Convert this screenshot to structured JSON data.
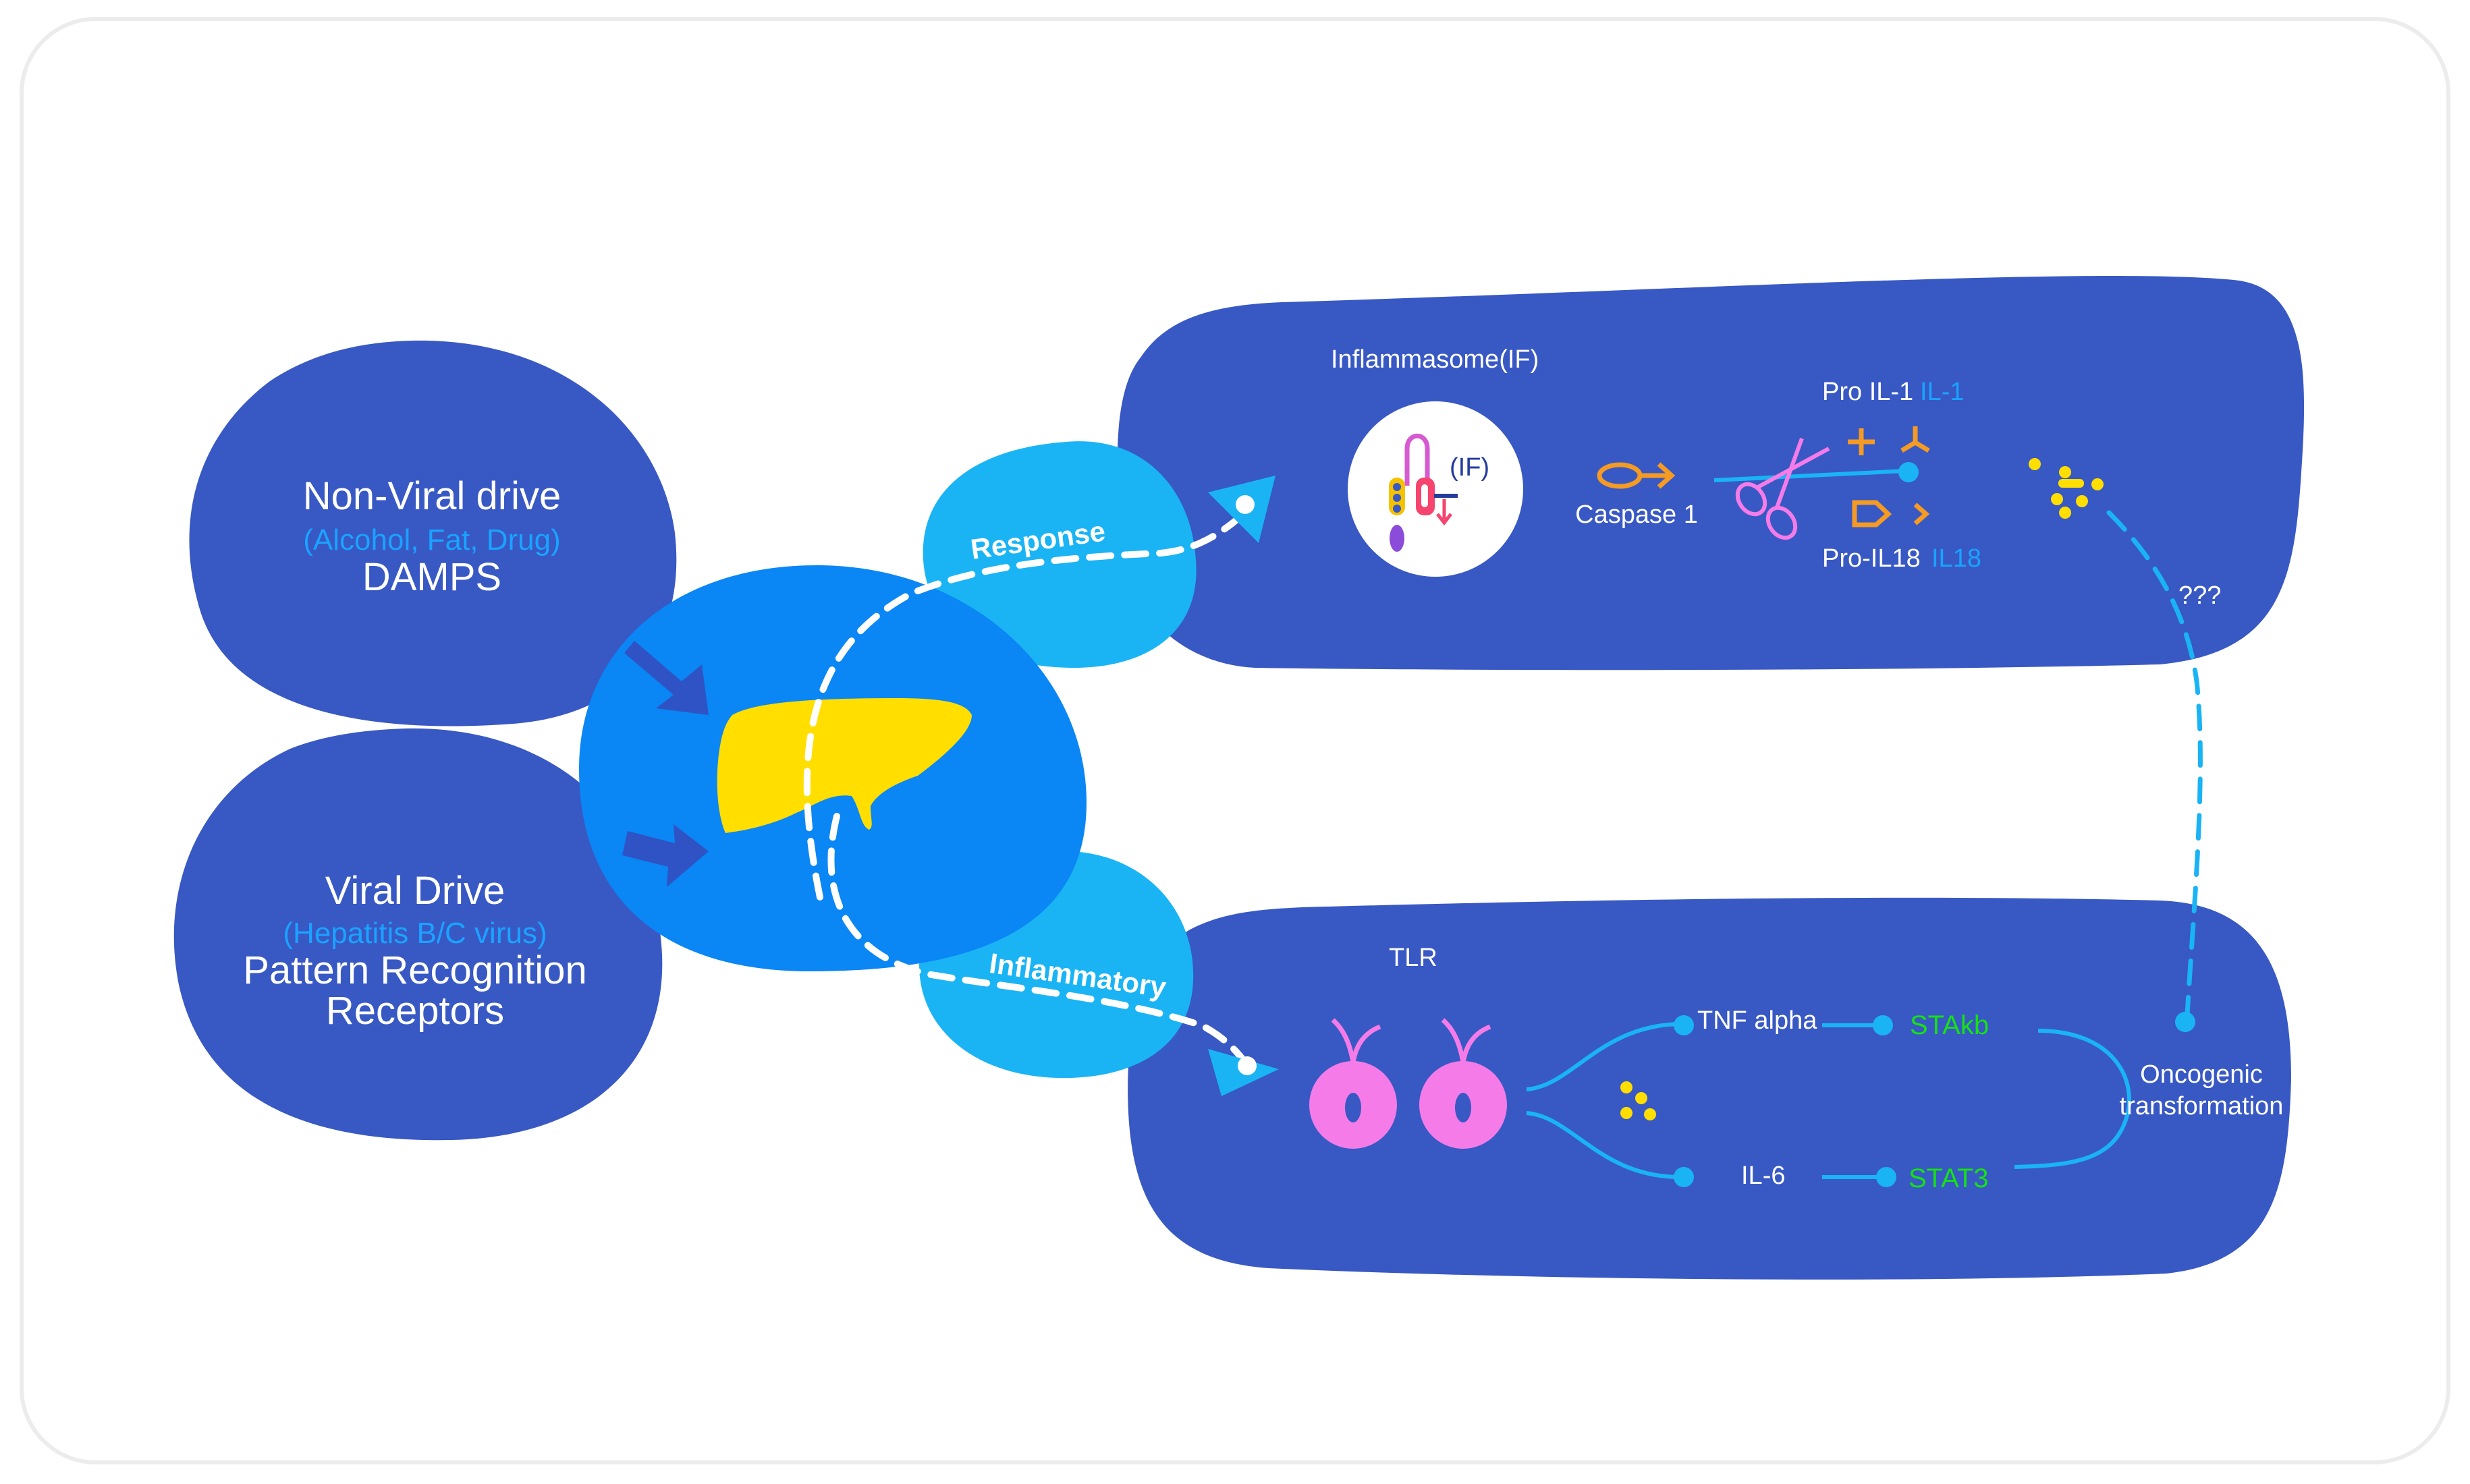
{
  "left_nodes": {
    "non_viral": {
      "title": "Non-Viral drive",
      "subtitle": "(Alcohol, Fat, Drug)",
      "label": "DAMPS"
    },
    "viral": {
      "title": "Viral Drive",
      "subtitle": "(Hepatitis B/C virus)",
      "label_line1": "Pattern Recognition",
      "label_line2": "Receptors"
    }
  },
  "center": {
    "organ_icon": "liver-icon",
    "response_label": "Response",
    "inflammatory_label": "Inflammatory"
  },
  "top_panel": {
    "title": "Inflammasome(IF)",
    "if_badge": "(IF)",
    "caspase_label": "Caspase 1",
    "pro_il1": "Pro IL-1",
    "il1": "IL-1",
    "pro_il18": "Pro-IL18",
    "il18": "IL18",
    "question": "???"
  },
  "bottom_panel": {
    "title": "TLR",
    "tnf": "TNF alpha",
    "il6": "IL-6",
    "stakb": "STAkb",
    "stat3": "STAT3",
    "oncogenic_line1": "Oncogenic",
    "oncogenic_line2": "transformation"
  },
  "colors": {
    "navy": "#3858c4",
    "center_blue": "#0a86f5",
    "light_blue": "#1ab4f5",
    "liver_yellow": "#ffde00",
    "pink": "#f57ce8",
    "orange": "#f59a23",
    "label_cyan": "#1aa3ff",
    "label_green": "#16e016"
  }
}
